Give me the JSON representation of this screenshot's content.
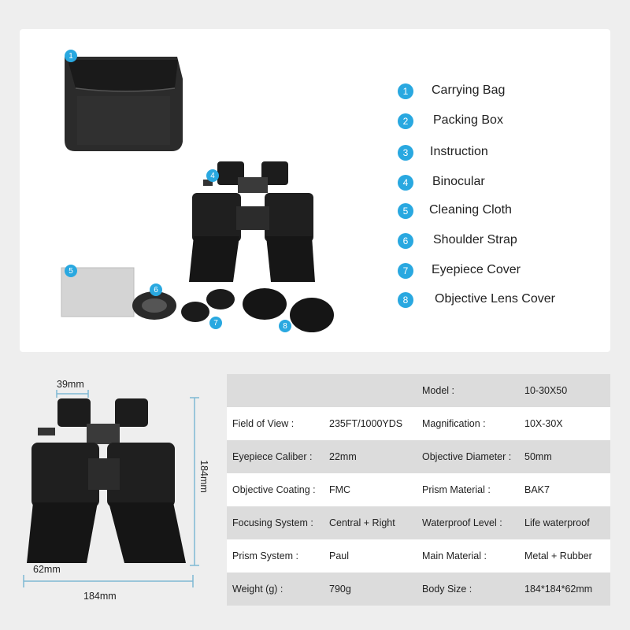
{
  "legend": [
    {
      "num": "1",
      "label": "Carrying Bag"
    },
    {
      "num": "2",
      "label": "Packing Box"
    },
    {
      "num": "3",
      "label": "Instruction"
    },
    {
      "num": "4",
      "label": "Binocular"
    },
    {
      "num": "5",
      "label": "Cleaning Cloth"
    },
    {
      "num": "6",
      "label": "Shoulder Strap"
    },
    {
      "num": "7",
      "label": "Eyepiece Cover"
    },
    {
      "num": "8",
      "label": "Objective Lens Cover"
    }
  ],
  "dimensions": {
    "eyepiece": "39mm",
    "height": "184mm",
    "objective": "62mm",
    "width": "184mm"
  },
  "specs": [
    {
      "l1": "",
      "v1": "",
      "l2": "Model :",
      "v2": "10-30X50"
    },
    {
      "l1": "Field of View :",
      "v1": "235FT/1000YDS",
      "l2": "Magnification :",
      "v2": "10X-30X"
    },
    {
      "l1": "Eyepiece Caliber :",
      "v1": "22mm",
      "l2": "Objective Diameter :",
      "v2": "50mm"
    },
    {
      "l1": "Objective Coating :",
      "v1": "FMC",
      "l2": "Prism Material :",
      "v2": "BAK7"
    },
    {
      "l1": "Focusing System :",
      "v1": "Central + Right",
      "l2": "Waterproof Level :",
      "v2": "Life waterproof"
    },
    {
      "l1": "Prism System :",
      "v1": "Paul",
      "l2": "Main Material :",
      "v2": "Metal + Rubber"
    },
    {
      "l1": "Weight (g) :",
      "v1": "790g",
      "l2": "Body Size :",
      "v2": "184*184*62mm"
    }
  ],
  "colors": {
    "badge": "#29a8e0",
    "row_shade": "#dcdcdc",
    "dim_line": "#7fb8d4"
  }
}
